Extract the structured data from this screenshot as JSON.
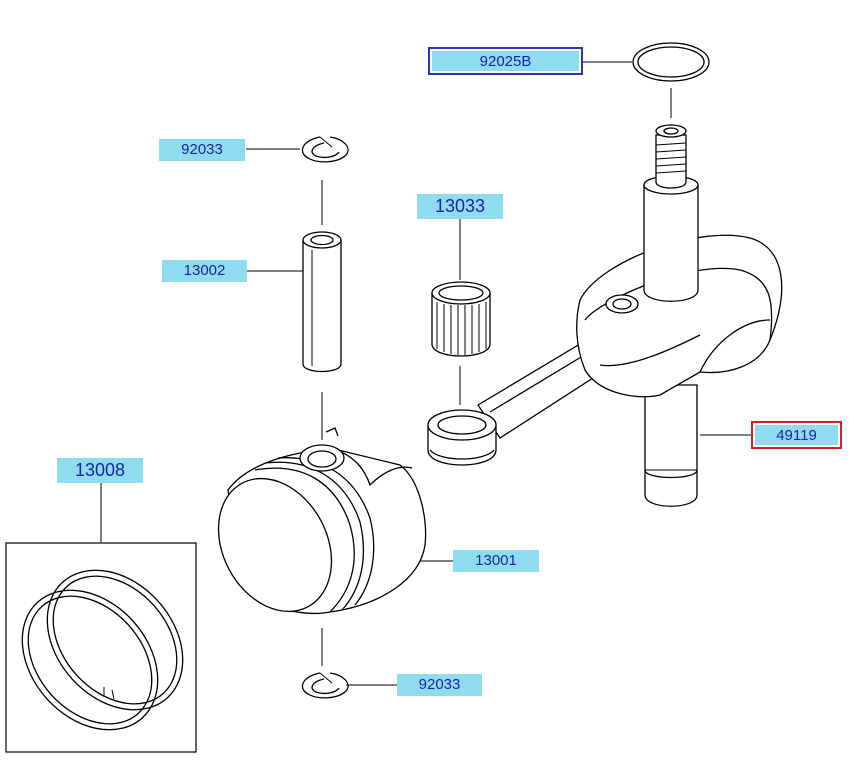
{
  "diagram": {
    "labels": {
      "washer": "92025B",
      "clip_top": "92033",
      "bearing": "13033",
      "pin": "13002",
      "rings": "13008",
      "piston": "13001",
      "crankshaft": "49119",
      "clip_bottom": "92033"
    },
    "colors": {
      "label_bg": "#8fdcef",
      "label_text": "#1a23a8",
      "highlight_blue": "#2a35b8",
      "highlight_red": "#d0202a"
    }
  }
}
